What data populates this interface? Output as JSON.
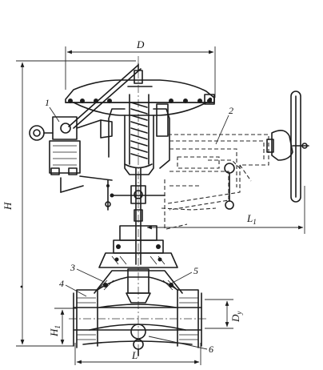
{
  "dimensions": {
    "overall_height": "H",
    "diaphragm_diameter": "D",
    "handwheel_length": "L",
    "body_length": "L",
    "flange_height": "H",
    "nominal_diameter": "D"
  },
  "dimension_subscripts": {
    "handwheel_length": "1",
    "flange_height": "1",
    "nominal_diameter": "y"
  },
  "callouts": [
    "1",
    "2",
    "3",
    "4",
    "5",
    "6"
  ]
}
